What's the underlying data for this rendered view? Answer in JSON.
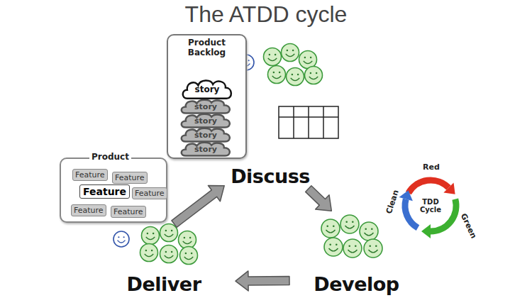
{
  "diagram": {
    "title": "The ATDD cycle",
    "nodes": [
      {
        "text": [
          "Product Backlog"
        ]
      },
      {
        "text": [
          "story"
        ],
        "in": 0
      },
      {
        "text": [
          "story"
        ],
        "in": 0
      },
      {
        "text": [
          "story"
        ],
        "in": 0
      },
      {
        "text": [
          "story"
        ],
        "in": 0
      },
      {
        "text": [
          "story"
        ],
        "in": 0
      },
      {
        "text": [
          "Product"
        ]
      },
      {
        "text": [
          "Feature"
        ],
        "in": 6
      },
      {
        "text": [
          "Feature"
        ],
        "in": 6
      },
      {
        "text": [
          "Feature"
        ],
        "in": 6
      },
      {
        "text": [
          "Feature"
        ],
        "in": 6
      },
      {
        "text": [
          "Feature"
        ],
        "in": 6
      },
      {
        "text": [
          "Feature"
        ],
        "in": 6
      },
      {
        "text": [
          "Discuss"
        ]
      },
      {
        "text": [
          "TDD Cycle"
        ]
      },
      {
        "text": [
          "Develop"
        ]
      },
      {
        "text": [
          "Deliver"
        ]
      }
    ],
    "edges": [
      {
        "from": 13,
        "to": 15,
        "arrow": "to"
      },
      {
        "from": 15,
        "to": 16,
        "arrow": "to"
      },
      {
        "from": 16,
        "to": 13,
        "arrow": "to"
      }
    ],
    "labels": [
      "Red",
      "Green",
      "Clean"
    ]
  }
}
